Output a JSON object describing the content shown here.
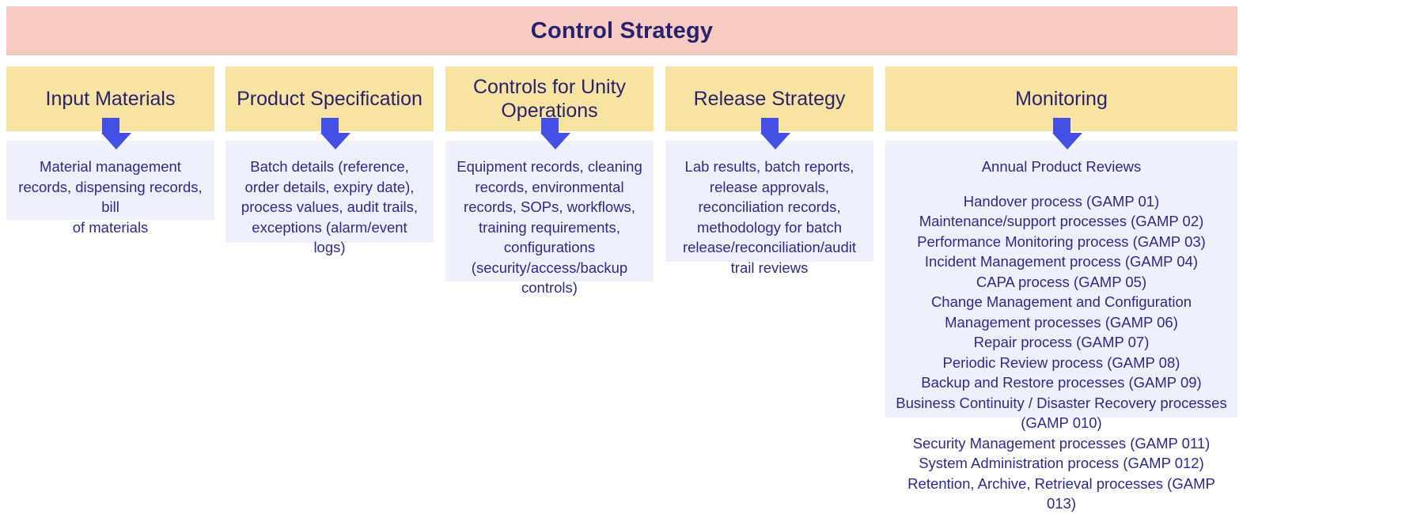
{
  "header": {
    "title": "Control Strategy",
    "bg_color": "#f7cbc2",
    "text_color": "#27216e"
  },
  "theme": {
    "column_header_bg": "#f8e3a2",
    "column_body_bg": "#eef0fc",
    "arrow_color": "#4350e3",
    "body_text_color": "#2b2b8f"
  },
  "columns": [
    {
      "header": "Input Materials",
      "arrow": "down-arrow-icon",
      "body": "Material management records, dispensing records, bill\nof materials",
      "items": []
    },
    {
      "header": "Product Specification",
      "arrow": "down-arrow-icon",
      "body": "Batch details (reference, order details, expiry date), process values, audit trails, exceptions (alarm/event logs)",
      "items": []
    },
    {
      "header": "Controls for Unity Operations",
      "arrow": "down-arrow-icon",
      "body": "Equipment records, cleaning records, environmental records, SOPs, workflows, training requirements, configurations (security/access/backup controls)",
      "items": []
    },
    {
      "header": "Release Strategy",
      "arrow": "down-arrow-icon",
      "body": "Lab results, batch reports, release approvals, reconciliation records, methodology for batch release/reconciliation/audit trail reviews",
      "items": []
    },
    {
      "header": "Monitoring",
      "arrow": "down-arrow-icon",
      "body": "Annual Product Reviews",
      "items": [
        "Handover process (GAMP 01)",
        "Maintenance/support processes (GAMP 02)",
        "Performance Monitoring process (GAMP 03)",
        "Incident Management process (GAMP 04)",
        "CAPA process (GAMP 05)",
        "Change Management and Configuration Management processes (GAMP 06)",
        "Repair process (GAMP 07)",
        "Periodic Review process (GAMP 08)",
        "Backup and Restore processes (GAMP 09)",
        "Business Continuity / Disaster Recovery processes (GAMP 010)",
        "Security Management processes (GAMP 011)",
        "System Administration process (GAMP 012)",
        "Retention, Archive, Retrieval processes (GAMP 013)"
      ]
    }
  ]
}
